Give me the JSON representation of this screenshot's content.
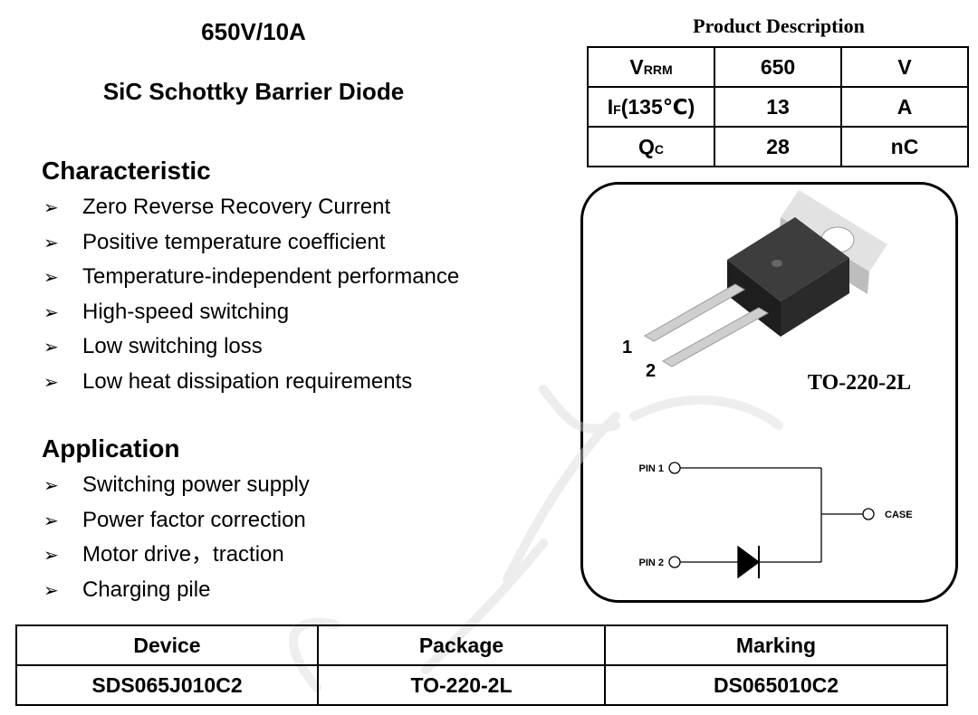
{
  "header": {
    "rating": "650V/10A",
    "device_type": "SiC Schottky Barrier Diode"
  },
  "characteristic": {
    "title": "Characteristic",
    "items": [
      "Zero Reverse Recovery Current",
      "Positive temperature coefficient",
      "Temperature-independent performance",
      "High-speed switching",
      "Low switching loss",
      "Low heat dissipation requirements"
    ]
  },
  "application": {
    "title": "Application",
    "items": [
      "Switching power supply",
      "Power factor correction",
      "Motor drive，traction",
      "Charging pile"
    ]
  },
  "bullet_glyph": "➢",
  "product_description": {
    "title": "Product Description",
    "rows": [
      {
        "symbol": "V",
        "sub": "RRM",
        "suffix": "",
        "value": "650",
        "unit": "V"
      },
      {
        "symbol": "I",
        "sub": "F",
        "suffix": "(135℃)",
        "value": "13",
        "unit": "A"
      },
      {
        "symbol": "Q",
        "sub": "C",
        "suffix": "",
        "value": "28",
        "unit": "nC"
      }
    ]
  },
  "package": {
    "name": "TO-220-2L",
    "pin1_number": "1",
    "pin2_number": "2",
    "pin1_label": "PIN 1",
    "pin2_label": "PIN 2",
    "case_label": "CASE"
  },
  "ordering_table": {
    "headers": [
      "Device",
      "Package",
      "Marking"
    ],
    "row": [
      "SDS065J010C2",
      "TO-220-2L",
      "DS065010C2"
    ]
  },
  "icons": {
    "bullet": "arrow-bullet-icon",
    "package_photo": "to220-package-icon",
    "circuit": "diode-schematic-icon"
  }
}
